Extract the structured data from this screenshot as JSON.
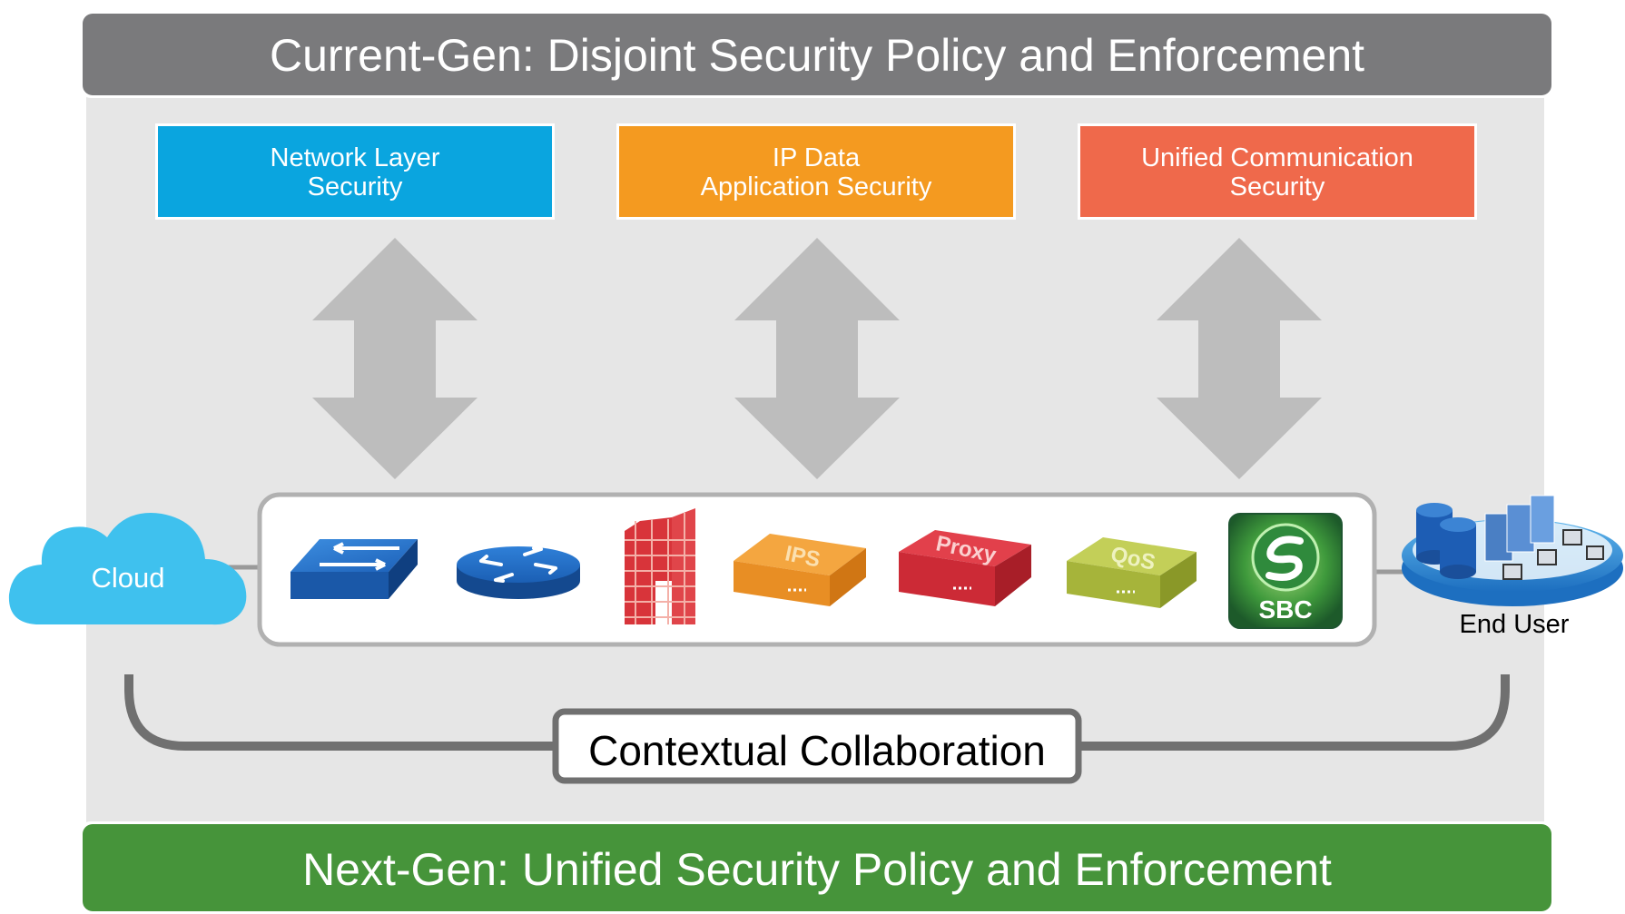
{
  "current_gen_banner": {
    "text": "Current-Gen: Disjoint Security Policy and Enforcement",
    "color": "#7a7a7c"
  },
  "next_gen_banner": {
    "text": "Next-Gen: Unified Security Policy and Enforcement",
    "color": "#46943a"
  },
  "security_boxes": [
    {
      "line1": "Network Layer",
      "line2": "Security",
      "color": "#0aa5df"
    },
    {
      "line1": "IP Data",
      "line2": "Application Security",
      "color": "#f49a20"
    },
    {
      "line1": "Unified Communication",
      "line2": "Security",
      "color": "#ef694b"
    }
  ],
  "cloud": {
    "label": "Cloud",
    "color": "#3fc1ee"
  },
  "devices": [
    {
      "name": "switch",
      "label": ""
    },
    {
      "name": "router",
      "label": ""
    },
    {
      "name": "firewall",
      "label": ""
    },
    {
      "name": "ips-appliance",
      "label": "IPS"
    },
    {
      "name": "proxy-appliance",
      "label": "Proxy"
    },
    {
      "name": "qos-appliance",
      "label": "QoS"
    },
    {
      "name": "sbc-appliance",
      "label": "SBC"
    }
  ],
  "end_user": {
    "label": "End User"
  },
  "collaboration": {
    "label": "Contextual Collaboration"
  }
}
